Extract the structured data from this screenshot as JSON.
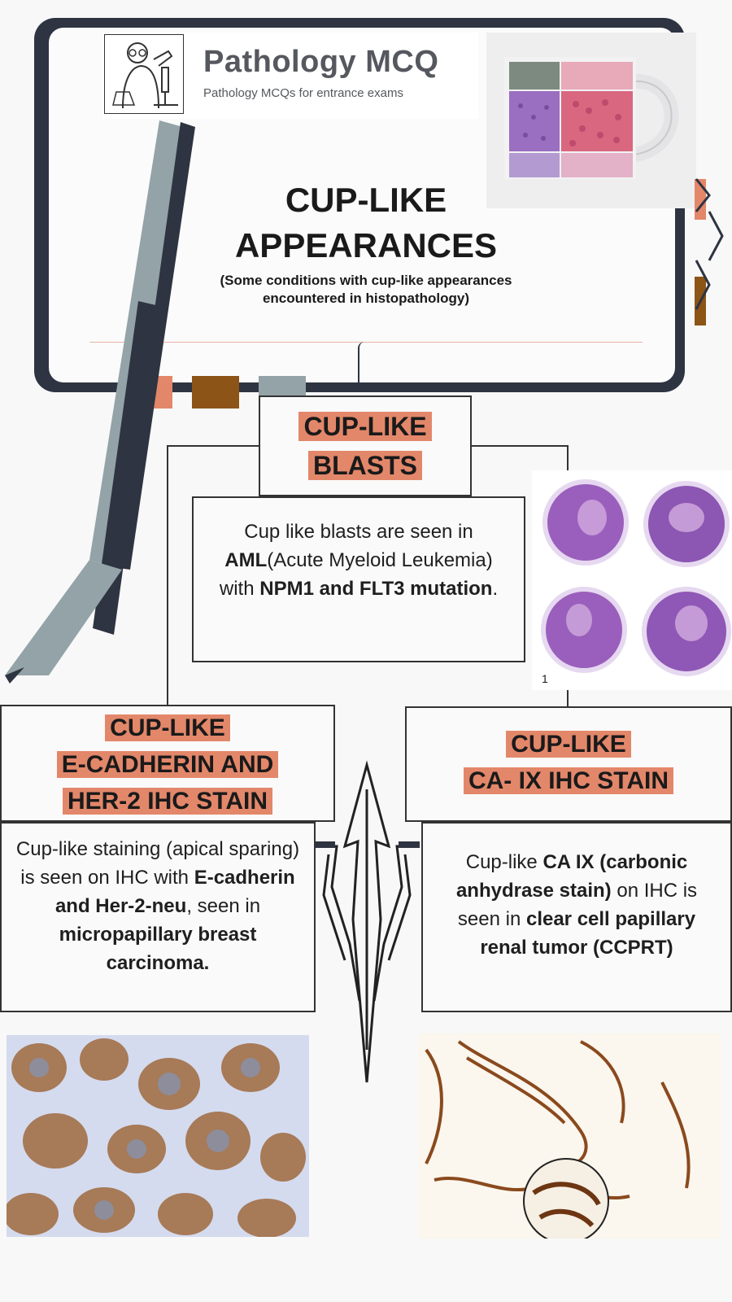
{
  "brand": {
    "title": "Pathology MCQ",
    "subtitle": "Pathology MCQs for entrance exams"
  },
  "header": {
    "title_line1": "CUP-LIKE",
    "title_line2": "APPEARANCES",
    "subtitle_line1": "(Some conditions with cup-like appearances",
    "subtitle_line2": "encountered in histopathology)"
  },
  "blasts": {
    "heading_line1": "CUP-LIKE",
    "heading_line2": "BLASTS",
    "t1": "Cup like blasts are seen in ",
    "b1": "AML",
    "t2": "(Acute Myeloid Leukemia) with ",
    "b2": "NPM1 and FLT3 mutation",
    "t3": ".",
    "figure_number": "1"
  },
  "ecad": {
    "heading_line1": "CUP-LIKE",
    "heading_line2": "E-CADHERIN AND",
    "heading_line3": "HER-2 IHC STAIN",
    "t1": "Cup-like staining (apical sparing) is seen on IHC with ",
    "b1": "E-cadherin and Her-2-neu",
    "t2": ", seen in ",
    "b2": "micropapillary breast carcinoma."
  },
  "caix": {
    "heading_line1": "CUP-LIKE",
    "heading_line2": "CA- IX IHC STAIN",
    "t1": "Cup-like ",
    "b1": "CA IX (carbonic anhydrase stain)",
    "t2": " on IHC is seen in ",
    "b2": "clear cell papillary renal tumor (CCPRT)"
  },
  "colors": {
    "accent": "#e3876a",
    "brown": "#8d5417",
    "slate": "#93a3a8",
    "navy": "#2e3441"
  }
}
